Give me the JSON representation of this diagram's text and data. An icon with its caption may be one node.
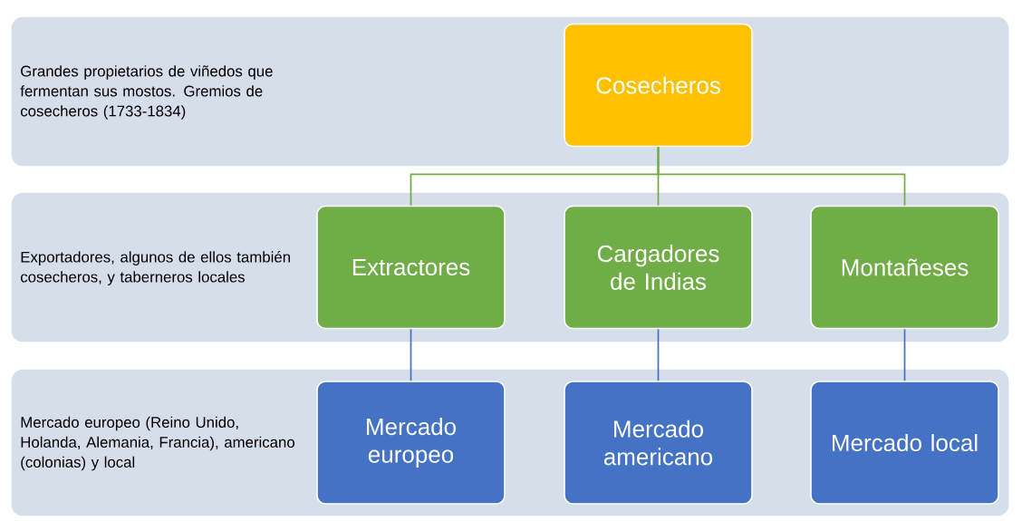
{
  "diagram": {
    "nodes": [
      {
        "text": [
          "Grandes propietarios de viñedos que fermentan sus mostos. Gremios de cosecheros (1733-1834)"
        ]
      },
      {
        "text": [
          "Cosecheros"
        ],
        "in": 0
      },
      {
        "text": [
          "Exportadores, algunos de ellos también cosecheros, y taberneros locales"
        ]
      },
      {
        "text": [
          "Extractores"
        ],
        "in": 2
      },
      {
        "text": [
          "Cargadores de Indias"
        ],
        "in": 2
      },
      {
        "text": [
          "Montañeses"
        ],
        "in": 2
      },
      {
        "text": [
          "Mercado europeo (Reino Unido, Holanda, Alemania, Francia), americano (colonias) y local"
        ]
      },
      {
        "text": [
          "Mercado europeo"
        ],
        "in": 6
      },
      {
        "text": [
          "Mercado americano"
        ],
        "in": 6
      },
      {
        "text": [
          "Mercado local"
        ],
        "in": 6
      }
    ],
    "edges": [
      {
        "from": 1,
        "to": 3,
        "arrow": "none",
        "color": "#70ad47"
      },
      {
        "from": 1,
        "to": 4,
        "arrow": "none",
        "color": "#70ad47"
      },
      {
        "from": 1,
        "to": 5,
        "arrow": "none",
        "color": "#70ad47"
      },
      {
        "from": 3,
        "to": 7,
        "arrow": "none",
        "color": "#4472c4"
      },
      {
        "from": 4,
        "to": 8,
        "arrow": "none",
        "color": "#4472c4"
      },
      {
        "from": 5,
        "to": 9,
        "arrow": "none",
        "color": "#4472c4"
      }
    ]
  }
}
